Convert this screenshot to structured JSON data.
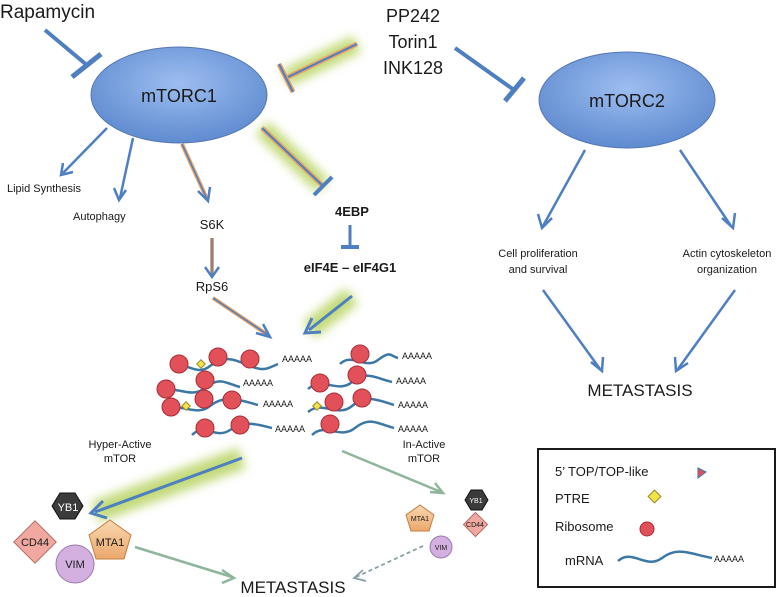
{
  "drugs": {
    "rapamycin": "Rapamycin",
    "inhibitors": [
      "PP242",
      "Torin1",
      "INK128"
    ]
  },
  "complexes": {
    "mtorc1": "mTORC1",
    "mtorc2": "mTORC2"
  },
  "mtorc1_outputs": {
    "lipid": "Lipid Synthesis",
    "autophagy": "Autophagy",
    "s6k": "S6K",
    "rps6": "RpS6",
    "fourebp": "4EBP",
    "eif4e": "eIF4E – eIF4G1"
  },
  "mtorc2_outputs": {
    "proliferation": [
      "Cell proliferation",
      "and survival"
    ],
    "actin": [
      "Actin cytoskeleton",
      "organization"
    ],
    "metastasis": "METASTASIS"
  },
  "polysome": {
    "tail": "AAAAA"
  },
  "states": {
    "hyper_active": [
      "Hyper-Active",
      "mTOR"
    ],
    "in_active": [
      "In-Active",
      "mTOR"
    ]
  },
  "proteins": {
    "yb1": "YB1",
    "cd44": "CD44",
    "mta1": "MTA1",
    "vim": "VIM"
  },
  "bottom_metastasis": "METASTASIS",
  "legend": {
    "top": "5’ TOP/TOP-like",
    "ptre": "PTRE",
    "ribosome": "Ribosome",
    "mrna": "mRNA",
    "tail": "AAAAA"
  },
  "colors": {
    "ellipse": "#6f98d6",
    "arrow_blue": "#4e7fc0",
    "glow_green": "#c3da79",
    "orange": "#e8a36a",
    "ribosome": "#e2505a",
    "yb1": "#3b3b3b",
    "cd44": "#f0a8a0",
    "vim": "#d4b0e0",
    "mta1": "#f3c08f",
    "ptre": "#f0e44a"
  }
}
